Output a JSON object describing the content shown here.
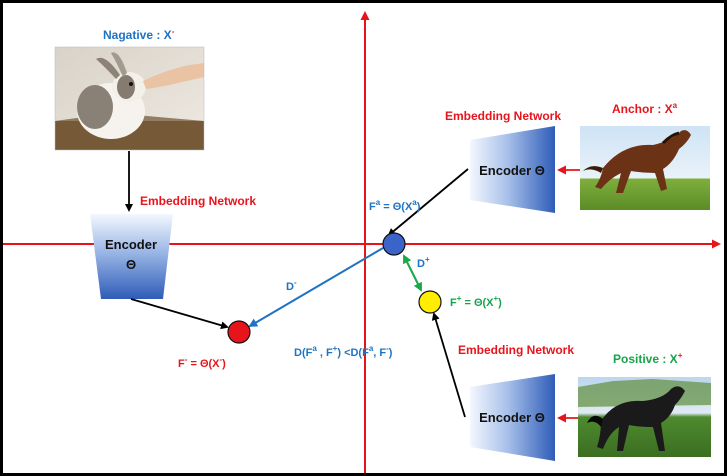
{
  "labels": {
    "negative_title": "Nagative : X",
    "negative_sup": "-",
    "anchor_title": "Anchor : X",
    "anchor_sup": "a",
    "positive_title": "Positive : X",
    "positive_sup": "+",
    "embedding_network": "Embedding Network",
    "encoder_line1": "Encoder",
    "encoder_theta": "Θ",
    "encoder_inline": "Encoder Θ",
    "f_anchor_base": "F",
    "f_anchor_sup": "a",
    "f_anchor_eq": " = Θ(X",
    "f_anchor_end": ")",
    "f_pos_base": "F",
    "f_pos_sup": "+",
    "f_pos_eq": " = Θ(X",
    "f_pos_end": ")",
    "f_neg_base": "F",
    "f_neg_sup": "-",
    "f_neg_eq": " = Θ(X",
    "f_neg_end": ")",
    "d_neg": "D",
    "d_neg_sup": "-",
    "d_pos": "D",
    "d_pos_sup": "+",
    "ineq_a": "D(F",
    "ineq_sup1": "a",
    "ineq_b": " , F",
    "ineq_sup2": "+",
    "ineq_c": ") <D(F",
    "ineq_sup3": "a",
    "ineq_d": ", F",
    "ineq_sup4": "-",
    "ineq_e": ")"
  },
  "colors": {
    "axis_red": "#e8141c",
    "label_red": "#e8141c",
    "label_blue": "#1f73c4",
    "label_green": "#16a34a",
    "anchor_point": "#3a64c8",
    "positive_point": "#ffee00",
    "negative_point": "#e8141c",
    "d_neg_line": "#1f73c4",
    "d_pos_line": "#18a84a",
    "encoder_light": "#eaf1fb",
    "encoder_dark": "#2f5cb8"
  },
  "icons": {
    "negative_image": "rabbit-photo",
    "anchor_image": "brown-horse-photo",
    "positive_image": "black-horse-photo"
  }
}
